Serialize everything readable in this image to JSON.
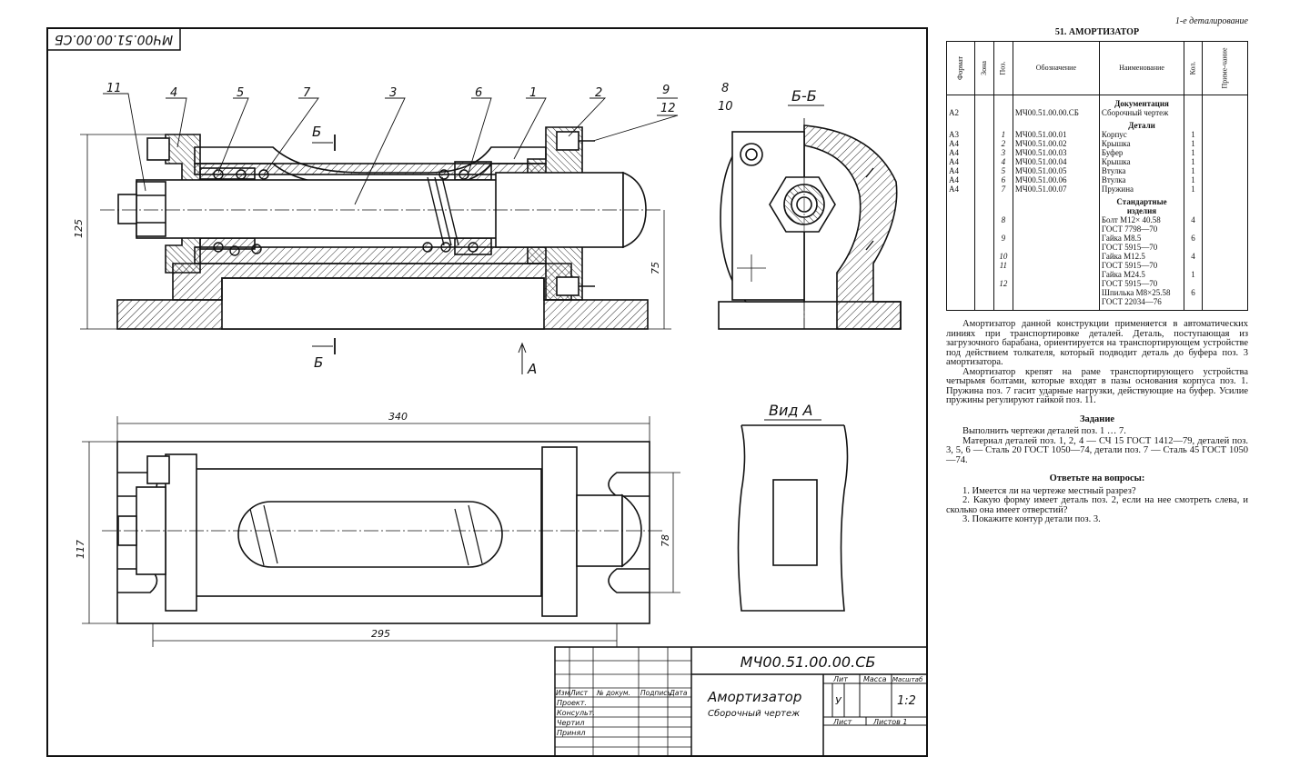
{
  "drawing": {
    "stamp_rotated": "МЧ00.51.00.00.СБ",
    "callouts": [
      "11",
      "4",
      "5",
      "7",
      "3",
      "6",
      "1",
      "2",
      "9",
      "12",
      "8",
      "10"
    ],
    "section_label": "Б-Б",
    "cut_letter": "Б",
    "view_arrow_label": "А",
    "view_label": "Вид А",
    "dimensions": {
      "d340": "340",
      "d295": "295",
      "d125": "125",
      "d75": "75",
      "d117": "117",
      "d78": "78"
    }
  },
  "title_block": {
    "designation": "МЧ00.51.00.00.СБ",
    "name": "Амортизатор",
    "doc_type": "Сборочный чертеж",
    "col_izm": "Изм",
    "col_list": "Лист",
    "col_ndokum": "№ докум.",
    "col_podpis": "Подпись",
    "col_data": "Дата",
    "row_proekt": "Проект.",
    "row_konsult": "Консульт.",
    "row_chertil": "Чертил",
    "row_prinyal": "Принял",
    "lit": "Лит",
    "massa": "Масса",
    "masshtab": "Масштаб",
    "lit_value": "У",
    "scale_value": "1:2",
    "sheet": "Лист",
    "sheets": "Листов 1"
  },
  "panel": {
    "page_note": "1-е деталирование",
    "title": "51. АМОРТИЗАТОР",
    "spec_headers": {
      "format": "Формат",
      "zone": "Зона",
      "pos": "Поз.",
      "designation": "Обозначение",
      "name": "Наименование",
      "qty": "Кол.",
      "note": "Приме-чание"
    },
    "sec_docs": "Документация",
    "sec_parts": "Детали",
    "sec_std": "Стандартные изделия",
    "rows": [
      {
        "format": "А2",
        "pos": "",
        "desig": "МЧ00.51.00.00.СБ",
        "name": "Сборочный чертеж",
        "qty": ""
      },
      {
        "format": "А3",
        "pos": "1",
        "desig": "МЧ00.51.00.01",
        "name": "Корпус",
        "qty": "1"
      },
      {
        "format": "А4",
        "pos": "2",
        "desig": "МЧ00.51.00.02",
        "name": "Крышка",
        "qty": "1"
      },
      {
        "format": "А4",
        "pos": "3",
        "desig": "МЧ00.51.00.03",
        "name": "Буфер",
        "qty": "1"
      },
      {
        "format": "А4",
        "pos": "4",
        "desig": "МЧ00.51.00.04",
        "name": "Крышка",
        "qty": "1"
      },
      {
        "format": "А4",
        "pos": "5",
        "desig": "МЧ00.51.00.05",
        "name": "Втулка",
        "qty": "1"
      },
      {
        "format": "А4",
        "pos": "6",
        "desig": "МЧ00.51.00.06",
        "name": "Втулка",
        "qty": "1"
      },
      {
        "format": "А4",
        "pos": "7",
        "desig": "МЧ00.51.00.07",
        "name": "Пружина",
        "qty": "1"
      }
    ],
    "std_rows": [
      {
        "pos": "8",
        "name": "Болт М12× 40.58",
        "qty": "4"
      },
      {
        "pos": "",
        "name": "ГОСТ 7798—70",
        "qty": ""
      },
      {
        "pos": "9",
        "name": "Гайка М8.5",
        "qty": "6"
      },
      {
        "pos": "",
        "name": "ГОСТ 5915—70",
        "qty": ""
      },
      {
        "pos": "10",
        "name": "Гайка М12.5",
        "qty": "4"
      },
      {
        "pos": "11",
        "name": "ГОСТ 5915—70",
        "qty": ""
      },
      {
        "pos": "",
        "name": "Гайка М24.5",
        "qty": "1"
      },
      {
        "pos": "12",
        "name": "ГОСТ 5915—70",
        "qty": ""
      },
      {
        "pos": "",
        "name": "Шпилька М8×25.58",
        "qty": "6"
      },
      {
        "pos": "",
        "name": "ГОСТ 22034—76",
        "qty": ""
      }
    ],
    "para1": "Амортизатор данной конструкции применяется в автоматических линиях при транспортировке деталей. Деталь, поступающая из загрузочного барабана, ориентируется на транспортирующем устройстве под действием толкателя, который подводит деталь до буфера поз. 3 амортизатора.",
    "para2": "Амортизатор крепят на раме транспортирующего устройства четырьмя болтами, которые входят в пазы основания корпуса поз. 1. Пружина поз. 7 гасит ударные нагрузки, действующие на буфер. Усилие пружины регулируют гайкой поз. 11.",
    "task_heading": "Задание",
    "task1": "Выполнить чертежи деталей поз. 1 … 7.",
    "task2": "Материал деталей поз. 1, 2, 4 — СЧ 15 ГОСТ 1412—79, деталей поз. 3, 5, 6 — Сталь 20 ГОСТ 1050—74, детали поз. 7 — Сталь 45 ГОСТ 1050—74.",
    "q_heading": "Ответьте на вопросы:",
    "q1": "1. Имеется ли на чертеже местный разрез?",
    "q2": "2. Какую форму имеет деталь поз. 2, если на нее смотреть слева, и сколько она имеет отверстий?",
    "q3": "3. Покажите контур детали поз. 3."
  }
}
